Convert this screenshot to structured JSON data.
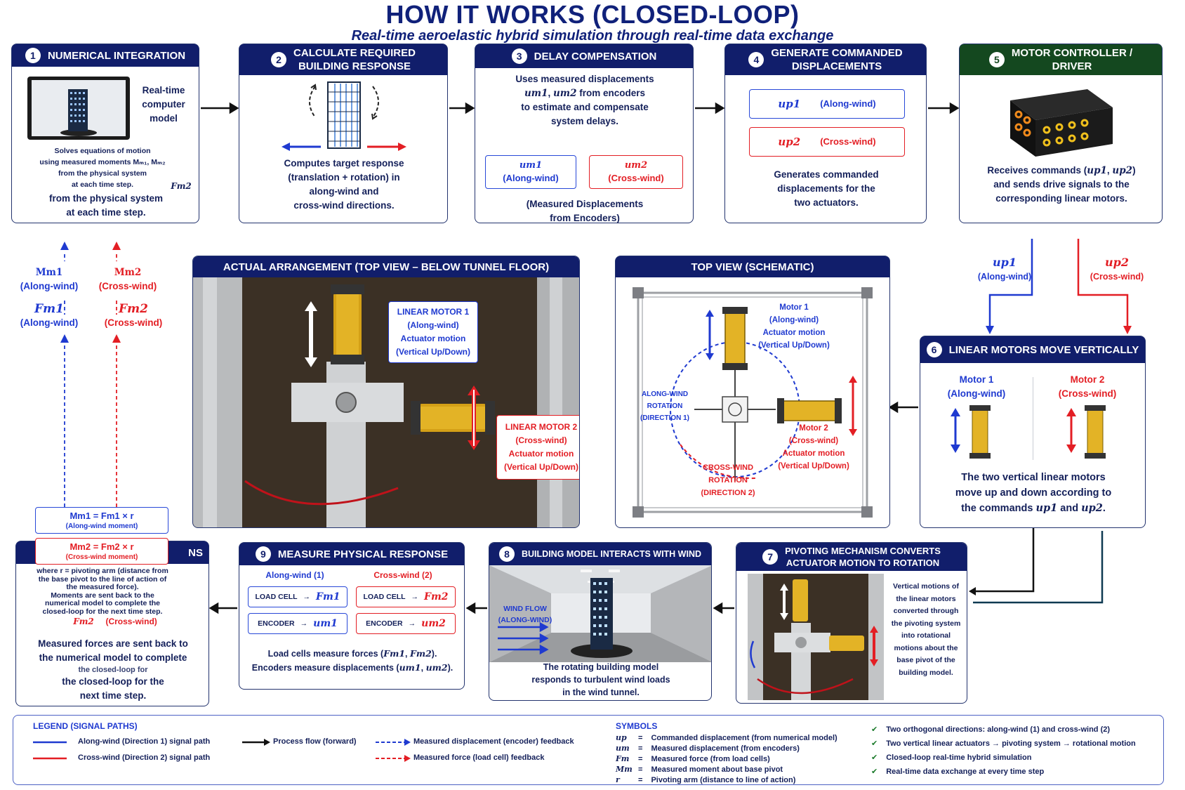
{
  "title": "HOW IT WORKS (CLOSED-LOOP)",
  "subtitle": "Real-time aeroelastic hybrid simulation through real-time data exchange",
  "colors": {
    "navy": "#111e6b",
    "green": "#14481f",
    "blue": "#1f3ad0",
    "red": "#e31e24"
  },
  "step1": {
    "num": "1",
    "head": "NUMERICAL INTEGRATION",
    "side": [
      "Real-time",
      "computer",
      "model"
    ],
    "overlay": [
      "Solves equations of motion",
      "using measured moments Mₘ₁, Mₘ₂",
      "from the physical system",
      "at each time step."
    ],
    "stray": "Fm2",
    "body": [
      "from the physical system",
      "at each time step."
    ]
  },
  "step2": {
    "num": "2",
    "head": [
      "CALCULATE REQUIRED",
      "BUILDING RESPONSE"
    ],
    "body": [
      "Computes target response",
      "(translation + rotation) in",
      "along-wind and",
      "cross-wind directions."
    ]
  },
  "step3": {
    "num": "3",
    "head": "DELAY COMPENSATION",
    "body_lines": [
      "Uses measured displacements",
      "from encoders",
      "to estimate and compensate",
      "system delays."
    ],
    "um1": "um1",
    "um2": "um2",
    "pill_blue": {
      "sym": "um1",
      "label": "(Along-wind)"
    },
    "pill_red": {
      "sym": "um2",
      "label": "(Cross-wind)"
    },
    "foot": [
      "(Measured Displacements",
      "from Encoders)"
    ]
  },
  "step4": {
    "num": "4",
    "head": [
      "GENERATE COMMANDED",
      "DISPLACEMENTS"
    ],
    "pill_blue": {
      "sym": "up1",
      "label": "(Along-wind)"
    },
    "pill_red": {
      "sym": "up2",
      "label": "(Cross-wind)"
    },
    "body": [
      "Generates commanded",
      "displacements for the",
      "two actuators."
    ]
  },
  "step5": {
    "num": "5",
    "head": [
      "MOTOR CONTROLLER /",
      "DRIVER"
    ],
    "body1": "Receives commands (",
    "up1": "up1",
    "up2": "up2",
    "body1_end": ")",
    "body": [
      "and sends drive signals to the",
      "corresponding linear motors."
    ]
  },
  "left_feedback": {
    "mm1": "Mm1",
    "mm1_dir": "(Along-wind)",
    "mm2": "Mm2",
    "mm2_dir": "(Cross-wind)",
    "fm1": "Fm1",
    "fm1_dir": "(Along-wind)",
    "fm2": "Fm2",
    "fm2_dir": "(Cross-wind)"
  },
  "actual": {
    "head": "ACTUAL ARRANGEMENT (TOP VIEW – BELOW TUNNEL FLOOR)",
    "m1": [
      "LINEAR MOTOR 1",
      "(Along-wind)",
      "Actuator motion",
      "(Vertical Up/Down)"
    ],
    "m2": [
      "LINEAR MOTOR 2",
      "(Cross-wind)",
      "Actuator motion",
      "(Vertical Up/Down)"
    ]
  },
  "schematic": {
    "head": "TOP VIEW (SCHEMATIC)",
    "m1": [
      "Motor 1",
      "(Along-wind)",
      "Actuator motion",
      "(Vertical Up/Down)"
    ],
    "m2": [
      "Motor 2",
      "(Cross-wind)",
      "Actuator motion",
      "(Vertical Up/Down)"
    ],
    "aw": [
      "ALONG-WIND",
      "ROTATION",
      "(DIRECTION 1)"
    ],
    "cw": [
      "CROSS-WIND",
      "ROTATION",
      "(DIRECTION 2)"
    ]
  },
  "right_signals": {
    "up1": "up1",
    "up1_dir": "(Along-wind)",
    "up2": "up2",
    "up2_dir": "(Cross-wind)"
  },
  "step6": {
    "num": "6",
    "head": "LINEAR MOTORS MOVE VERTICALLY",
    "m1": [
      "Motor 1",
      "(Along-wind)"
    ],
    "m2": [
      "Motor 2",
      "(Cross-wind)"
    ],
    "body": [
      "The two vertical linear motors",
      "move up and down according to"
    ],
    "body3a": "the commands",
    "body3b": "and",
    "up1": "up1",
    "up2": "up2"
  },
  "moments": {
    "eq1": "Mm1 = Fm1 × r",
    "eq1_sub": "(Along-wind moment)",
    "eq2": "Mm2 = Fm2 × r",
    "eq2_sub": "(Cross-wind moment)",
    "head_frag": "NS",
    "note": [
      "where r = pivoting arm (distance from",
      "the base pivot to the line of action of",
      "the measured force).",
      "Moments are sent back to the",
      "numerical model to complete the",
      "closed-loop for the next time step."
    ],
    "stray_fm2": "Fm2",
    "stray_dir": "(Cross-wind)",
    "body": [
      "Measured forces are sent back to",
      "the numerical model to complete",
      "the closed-loop for",
      "the closed-loop for the",
      "next time step."
    ]
  },
  "step9": {
    "num": "9",
    "head": "MEASURE PHYSICAL RESPONSE",
    "col1": "Along-wind (1)",
    "col2": "Cross-wind (2)",
    "lc": "LOAD CELL",
    "enc": "ENCODER",
    "fm1": "Fm1",
    "fm2": "Fm2",
    "um1": "um1",
    "um2": "um2",
    "body1": "Load cells measure forces (",
    "body2": "Encoders measure displacements ("
  },
  "step8": {
    "num": "8",
    "head": "BUILDING MODEL INTERACTS WITH WIND",
    "wind": [
      "WIND FLOW",
      "(ALONG-WIND)"
    ],
    "body": [
      "The rotating building model",
      "responds to turbulent wind loads",
      "in the wind tunnel."
    ]
  },
  "step7": {
    "num": "7",
    "head": [
      "PIVOTING MECHANISM CONVERTS",
      "ACTUATOR MOTION TO ROTATION"
    ],
    "body": [
      "Vertical motions of",
      "the linear motors",
      "converted through",
      "the pivoting system",
      "into rotational",
      "motions about the",
      "base pivot of the",
      "building model."
    ]
  },
  "legend": {
    "head": "LEGEND (SIGNAL PATHS)",
    "along": "Along-wind (Direction 1) signal path",
    "cross": "Cross-wind (Direction 2) signal path",
    "process": "Process flow (forward)",
    "disp_fb": "Measured displacement (encoder) feedback",
    "force_fb": "Measured force (load cell) feedback"
  },
  "symbols": {
    "head": "SYMBOLS",
    "rows": [
      {
        "sym": "up",
        "desc": "Commanded displacement (from numerical model)"
      },
      {
        "sym": "um",
        "desc": "Measured displacement (from encoders)"
      },
      {
        "sym": "Fm",
        "desc": "Measured force (from load cells)"
      },
      {
        "sym": "Mm",
        "desc": "Measured moment about base pivot"
      },
      {
        "sym": "r",
        "desc": "Pivoting arm (distance to line of action)"
      }
    ],
    "eq": "="
  },
  "checks": [
    "Two orthogonal directions: along-wind (1) and cross-wind (2)",
    "Two vertical linear actuators → pivoting system → rotational motion",
    "Closed-loop real-time hybrid simulation",
    "Real-time data exchange at every time step"
  ]
}
